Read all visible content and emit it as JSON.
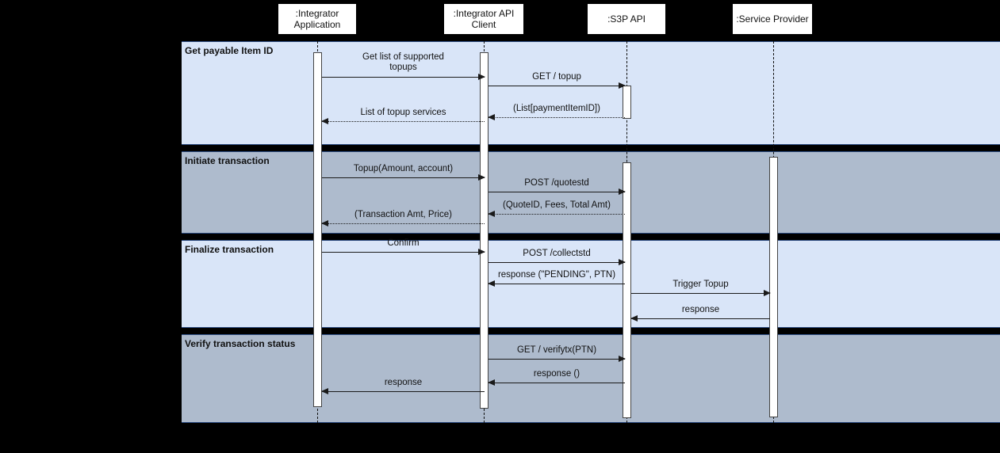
{
  "diagram": {
    "kind": "uml-sequence-diagram",
    "background_color": "#000000",
    "fragment_blue_color": "#d9e5f8",
    "fragment_grey_color": "#aebbcd",
    "line_color": "#1a1a1a"
  },
  "participants": [
    {
      "id": "integrator-application",
      "label": ":Integrator\nApplication",
      "line1": ":Integrator",
      "line2": "Application"
    },
    {
      "id": "integrator-api-client",
      "label": ":Integrator API\nClient",
      "line1": ":Integrator API",
      "line2": "Client"
    },
    {
      "id": "s3p-api",
      "label": ":S3P API",
      "line1": ":S3P API",
      "line2": ""
    },
    {
      "id": "service-provider",
      "label": ":Service Provider",
      "line1": ":Service Provider",
      "line2": ""
    }
  ],
  "fragments": [
    {
      "id": "get-payable-item-id",
      "label": "Get payable Item ID",
      "shade": "blue"
    },
    {
      "id": "initiate-transaction",
      "label": "Initiate transaction",
      "shade": "grey"
    },
    {
      "id": "finalize-transaction",
      "label": "Finalize transaction",
      "shade": "blue"
    },
    {
      "id": "verify-transaction-status",
      "label": "Verify transaction status",
      "shade": "grey"
    }
  ],
  "messages": [
    {
      "id": "m1",
      "fragment": "get-payable-item-id",
      "from": "integrator-application",
      "to": "integrator-api-client",
      "label_line1": "Get list of supported",
      "label_line2": "topups",
      "style": "solid",
      "direction": "right"
    },
    {
      "id": "m2",
      "fragment": "get-payable-item-id",
      "from": "integrator-api-client",
      "to": "s3p-api",
      "label_line1": "GET / topup",
      "label_line2": "",
      "style": "solid",
      "direction": "right"
    },
    {
      "id": "m3",
      "fragment": "get-payable-item-id",
      "from": "s3p-api",
      "to": "integrator-api-client",
      "label_line1": "(List[paymentItemID])",
      "label_line2": "",
      "style": "dashed",
      "direction": "left"
    },
    {
      "id": "m4",
      "fragment": "get-payable-item-id",
      "from": "integrator-api-client",
      "to": "integrator-application",
      "label_line1": "List of topup services",
      "label_line2": "",
      "style": "dashed",
      "direction": "left"
    },
    {
      "id": "m5",
      "fragment": "initiate-transaction",
      "from": "integrator-application",
      "to": "integrator-api-client",
      "label_line1": "Topup(Amount, account)",
      "label_line2": "",
      "style": "solid",
      "direction": "right"
    },
    {
      "id": "m6",
      "fragment": "initiate-transaction",
      "from": "integrator-api-client",
      "to": "s3p-api",
      "label_line1": "POST /quotestd",
      "label_line2": "",
      "style": "solid",
      "direction": "right"
    },
    {
      "id": "m7",
      "fragment": "initiate-transaction",
      "from": "s3p-api",
      "to": "integrator-api-client",
      "label_line1": "(QuoteID, Fees, Total Amt)",
      "label_line2": "",
      "style": "dashed",
      "direction": "left"
    },
    {
      "id": "m8",
      "fragment": "initiate-transaction",
      "from": "integrator-api-client",
      "to": "integrator-application",
      "label_line1": "(Transaction Amt, Price)",
      "label_line2": "",
      "style": "dashed",
      "direction": "left"
    },
    {
      "id": "m9",
      "fragment": "finalize-transaction",
      "from": "integrator-application",
      "to": "integrator-api-client",
      "label_line1": "Confirm",
      "label_line2": "",
      "style": "solid",
      "direction": "right"
    },
    {
      "id": "m10",
      "fragment": "finalize-transaction",
      "from": "integrator-api-client",
      "to": "s3p-api",
      "label_line1": "POST /collectstd",
      "label_line2": "",
      "style": "solid",
      "direction": "right"
    },
    {
      "id": "m11",
      "fragment": "finalize-transaction",
      "from": "s3p-api",
      "to": "integrator-api-client",
      "label_line1": "response (\"PENDING\", PTN)",
      "label_line2": "",
      "style": "solid",
      "direction": "left"
    },
    {
      "id": "m12",
      "fragment": "finalize-transaction",
      "from": "s3p-api",
      "to": "service-provider",
      "label_line1": "Trigger Topup",
      "label_line2": "",
      "style": "solid",
      "direction": "right"
    },
    {
      "id": "m13",
      "fragment": "finalize-transaction",
      "from": "service-provider",
      "to": "s3p-api",
      "label_line1": "response",
      "label_line2": "",
      "style": "solid",
      "direction": "left"
    },
    {
      "id": "m14",
      "fragment": "verify-transaction-status",
      "from": "integrator-api-client",
      "to": "s3p-api",
      "label_line1": "GET / verifytx(PTN)",
      "label_line2": "",
      "style": "solid",
      "direction": "right"
    },
    {
      "id": "m15",
      "fragment": "verify-transaction-status",
      "from": "s3p-api",
      "to": "integrator-api-client",
      "label_line1": "response ()",
      "label_line2": "",
      "style": "solid",
      "direction": "left"
    },
    {
      "id": "m16",
      "fragment": "verify-transaction-status",
      "from": "integrator-api-client",
      "to": "integrator-application",
      "label_line1": "response",
      "label_line2": "",
      "style": "solid",
      "direction": "left"
    }
  ]
}
